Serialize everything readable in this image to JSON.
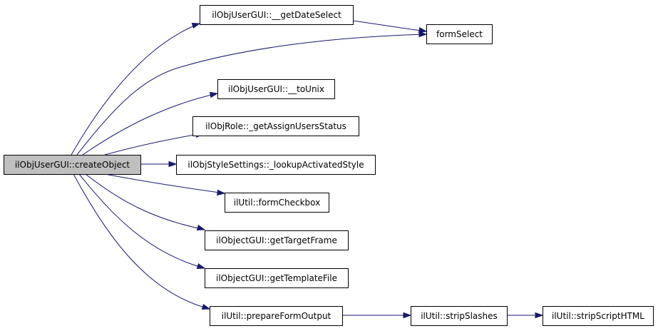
{
  "graph": {
    "edge_color": "#191970",
    "root_fill": "#bfbfbf",
    "node_fill": "#ffffff",
    "nodes": [
      {
        "id": "create_object",
        "label": "ilObjUserGUI::createObject",
        "root": true
      },
      {
        "id": "get_date_select",
        "label": "ilObjUserGUI::__getDateSelect"
      },
      {
        "id": "form_select",
        "label": "formSelect"
      },
      {
        "id": "to_unix",
        "label": "ilObjUserGUI::__toUnix"
      },
      {
        "id": "get_assign_users_status",
        "label": "ilObjRole::_getAssignUsersStatus"
      },
      {
        "id": "lookup_activated_style",
        "label": "ilObjStyleSettings::_lookupActivatedStyle"
      },
      {
        "id": "form_checkbox",
        "label": "ilUtil::formCheckbox"
      },
      {
        "id": "get_target_frame",
        "label": "ilObjectGUI::getTargetFrame"
      },
      {
        "id": "get_template_file",
        "label": "ilObjectGUI::getTemplateFile"
      },
      {
        "id": "prepare_form_output",
        "label": "ilUtil::prepareFormOutput"
      },
      {
        "id": "strip_slashes",
        "label": "ilUtil::stripSlashes"
      },
      {
        "id": "strip_script_html",
        "label": "ilUtil::stripScriptHTML"
      }
    ],
    "edges": [
      {
        "from": "create_object",
        "to": "get_date_select"
      },
      {
        "from": "create_object",
        "to": "form_select"
      },
      {
        "from": "create_object",
        "to": "to_unix"
      },
      {
        "from": "create_object",
        "to": "get_assign_users_status"
      },
      {
        "from": "create_object",
        "to": "lookup_activated_style"
      },
      {
        "from": "create_object",
        "to": "form_checkbox"
      },
      {
        "from": "create_object",
        "to": "get_target_frame"
      },
      {
        "from": "create_object",
        "to": "get_template_file"
      },
      {
        "from": "create_object",
        "to": "prepare_form_output"
      },
      {
        "from": "get_date_select",
        "to": "form_select"
      },
      {
        "from": "prepare_form_output",
        "to": "strip_slashes"
      },
      {
        "from": "strip_slashes",
        "to": "strip_script_html"
      }
    ]
  }
}
